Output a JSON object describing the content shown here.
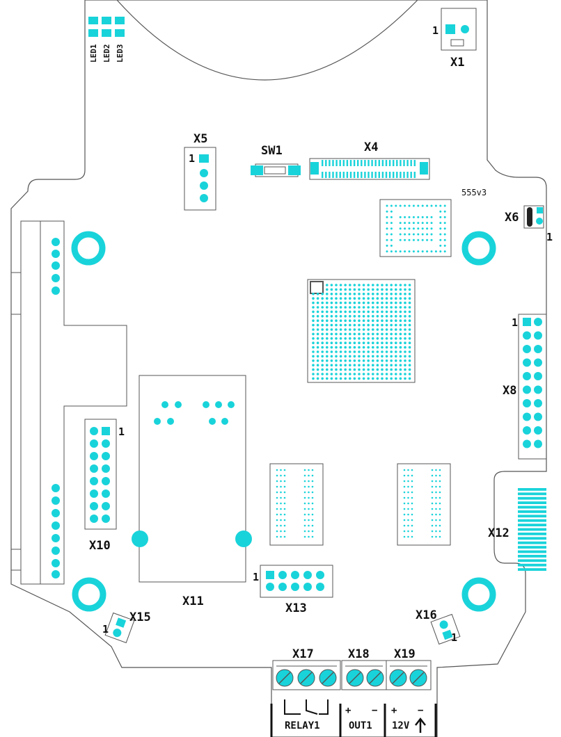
{
  "colors": {
    "pad": "#19d3da",
    "outline": "#555555",
    "text": "#111111"
  },
  "board": {
    "revision": "555v3"
  },
  "leds": [
    "LED1",
    "LED2",
    "LED3"
  ],
  "pin_one": "1",
  "components": {
    "x1": "X1",
    "x4": "X4",
    "x5": "X5",
    "sw1": "SW1",
    "x6": "X6",
    "x8": "X8",
    "x10": "X10",
    "x11": "X11",
    "x12": "X12",
    "x13": "X13",
    "x15": "X15",
    "x16": "X16",
    "x17": "X17",
    "x18": "X18",
    "x19": "X19"
  },
  "terminals": {
    "relay1": "RELAY1",
    "out1": "OUT1",
    "v12": "12V",
    "plus": "+",
    "minus": "−"
  }
}
